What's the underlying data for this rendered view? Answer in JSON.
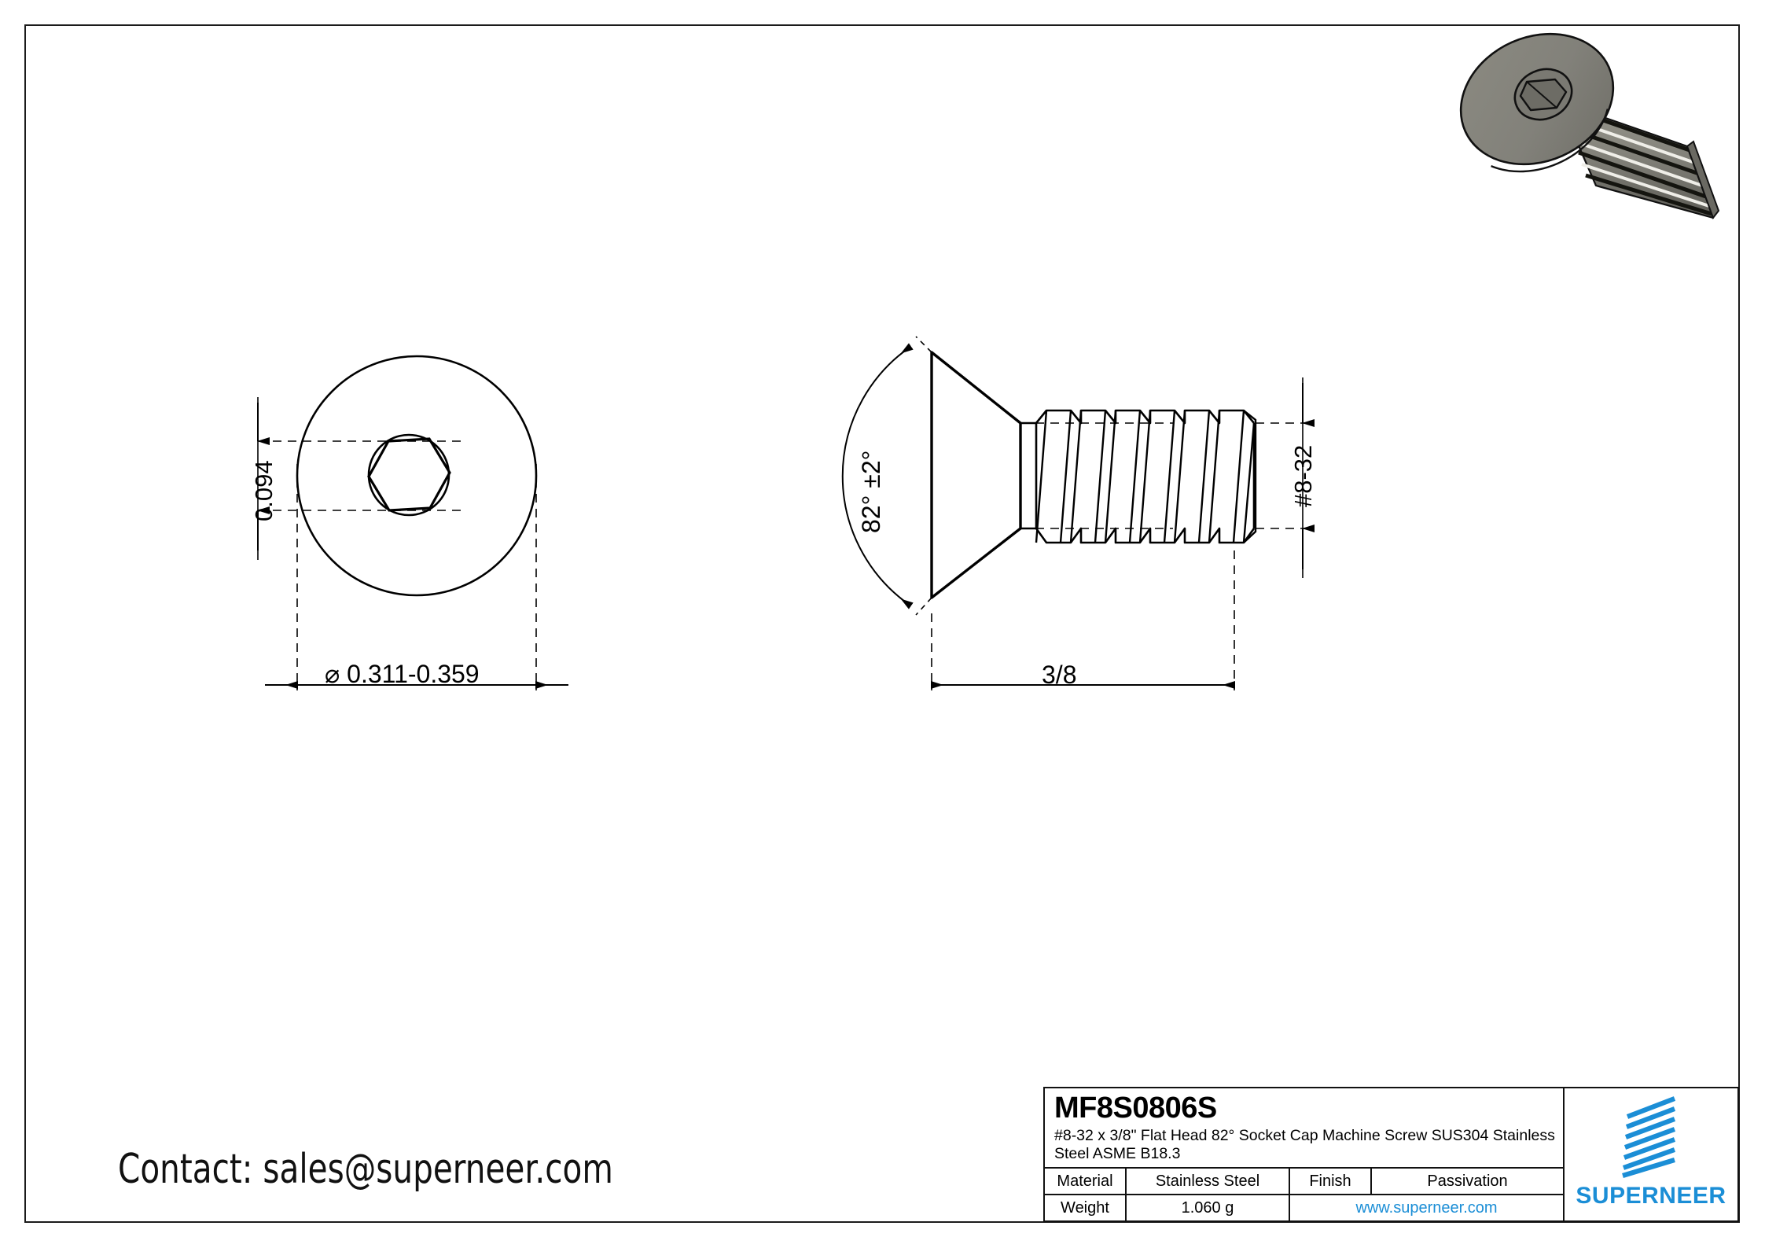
{
  "drawing": {
    "views": {
      "top_view": {
        "name": "front-view-head",
        "dimensions": {
          "socket_width": "0.094",
          "head_diameter": "⌀ 0.311-0.359"
        }
      },
      "side_view": {
        "name": "side-view-screw",
        "dimensions": {
          "head_angle": "82° ±2°",
          "thread_spec": "#8-32",
          "length": "3/8"
        }
      },
      "iso_view": {
        "name": "isometric-render",
        "body_color": "#83827a",
        "shadow_color": "#6e6d66"
      }
    }
  },
  "contact": {
    "text": "Contact: sales@superneer.com"
  },
  "title_block": {
    "part_number": "MF8S0806S",
    "description": "#8-32  x 3/8\" Flat Head 82° Socket Cap Machine Screw SUS304 Stainless Steel ASME B18.3",
    "rows": [
      {
        "label": "Material",
        "value": "Stainless Steel",
        "label2": "Finish",
        "value2": "Passivation"
      },
      {
        "label": "Weight",
        "value": "1.060 g",
        "url": "www.superneer.com"
      }
    ],
    "brand": {
      "name": "SUPERNEER",
      "color": "#1b8ed6"
    }
  }
}
